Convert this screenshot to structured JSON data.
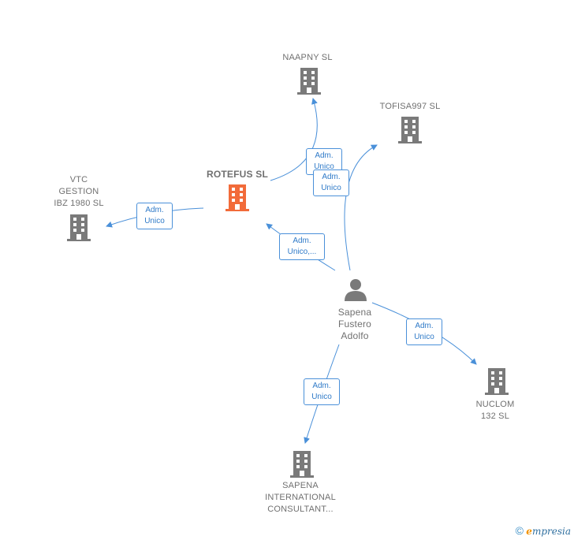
{
  "nodes": {
    "naapny": {
      "label": "NAAPNY SL",
      "icon": "building-icon"
    },
    "tofisa": {
      "label": "TOFISA997  SL",
      "icon": "building-icon"
    },
    "rotefus": {
      "label": "ROTEFUS  SL",
      "icon": "building-icon",
      "color": "#f26b3a"
    },
    "vtc": {
      "label": "VTC\nGESTION\nIBZ 1980  SL",
      "icon": "building-icon"
    },
    "person": {
      "label": "Sapena\nFustero\nAdolfo",
      "icon": "person-icon"
    },
    "nuclom": {
      "label": "NUCLOM\n132  SL",
      "icon": "building-icon"
    },
    "sapena_int": {
      "label": "SAPENA\nINTERNATIONAL\nCONSULTANT...",
      "icon": "building-icon"
    }
  },
  "edges": {
    "rot_naapny": {
      "label": "Adm.\nUnico"
    },
    "person_tofisa": {
      "label": "Adm.\nUnico"
    },
    "rot_vtc": {
      "label": "Adm.\nUnico"
    },
    "person_rot": {
      "label": "Adm.\nUnico,..."
    },
    "person_nuclom": {
      "label": "Adm.\nUnico"
    },
    "person_sapena": {
      "label": "Adm.\nUnico"
    }
  },
  "colors": {
    "edge": "#4a90d9",
    "building": "#7a7a7a",
    "main_building": "#f26b3a"
  },
  "footer": {
    "copyright": "©",
    "brand_initial": "e",
    "brand_rest": "mpresia"
  }
}
